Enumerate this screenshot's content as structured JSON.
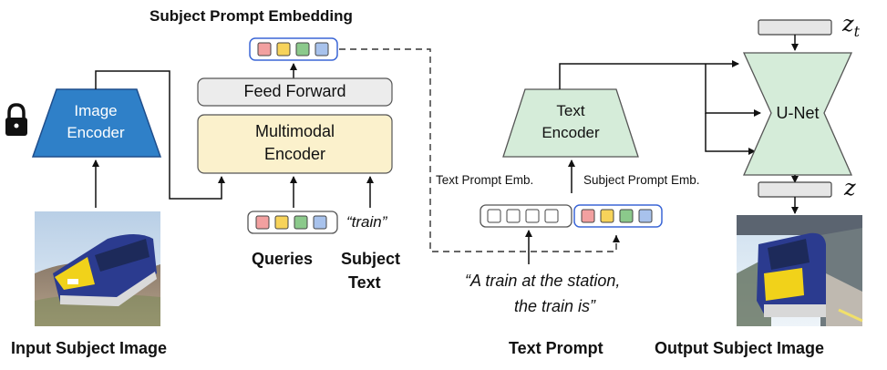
{
  "title": "Subject Prompt Embedding",
  "image_encoder": {
    "label_line1": "Image",
    "label_line2": "Encoder"
  },
  "feed_forward": {
    "label": "Feed Forward"
  },
  "multimodal_encoder": {
    "label_line1": "Multimodal",
    "label_line2": "Encoder"
  },
  "queries_label": "Queries",
  "subject_text_line1": "Subject",
  "subject_text_line2": "Text",
  "subject_word": "“train”",
  "input_caption": "Input Subject Image",
  "text_encoder": {
    "label_line1": "Text",
    "label_line2": "Encoder"
  },
  "text_prompt_emb_label": "Text Prompt Emb.",
  "subject_prompt_emb_label": "Subject Prompt Emb.",
  "prompt_line1": "“A train at the station,",
  "prompt_line2": "the train is”",
  "text_prompt_caption": "Text Prompt",
  "unet": {
    "label": "U-Net"
  },
  "latent_top": "z",
  "latent_top_sub": "t",
  "latent_bottom": "z",
  "output_caption": "Output Subject Image",
  "colors": {
    "image_encoder": "#2f80c8",
    "text_encoder": "#d5ecd9",
    "unet": "#d5ecd9",
    "multimodal": "#fbf1cc",
    "feed_forward": "#ececec",
    "token_red": "#f2a0a0",
    "token_yellow": "#f7d35a",
    "token_green": "#8bc98b",
    "token_blue": "#a8c2ec",
    "subject_box_border": "#3b66d6"
  }
}
